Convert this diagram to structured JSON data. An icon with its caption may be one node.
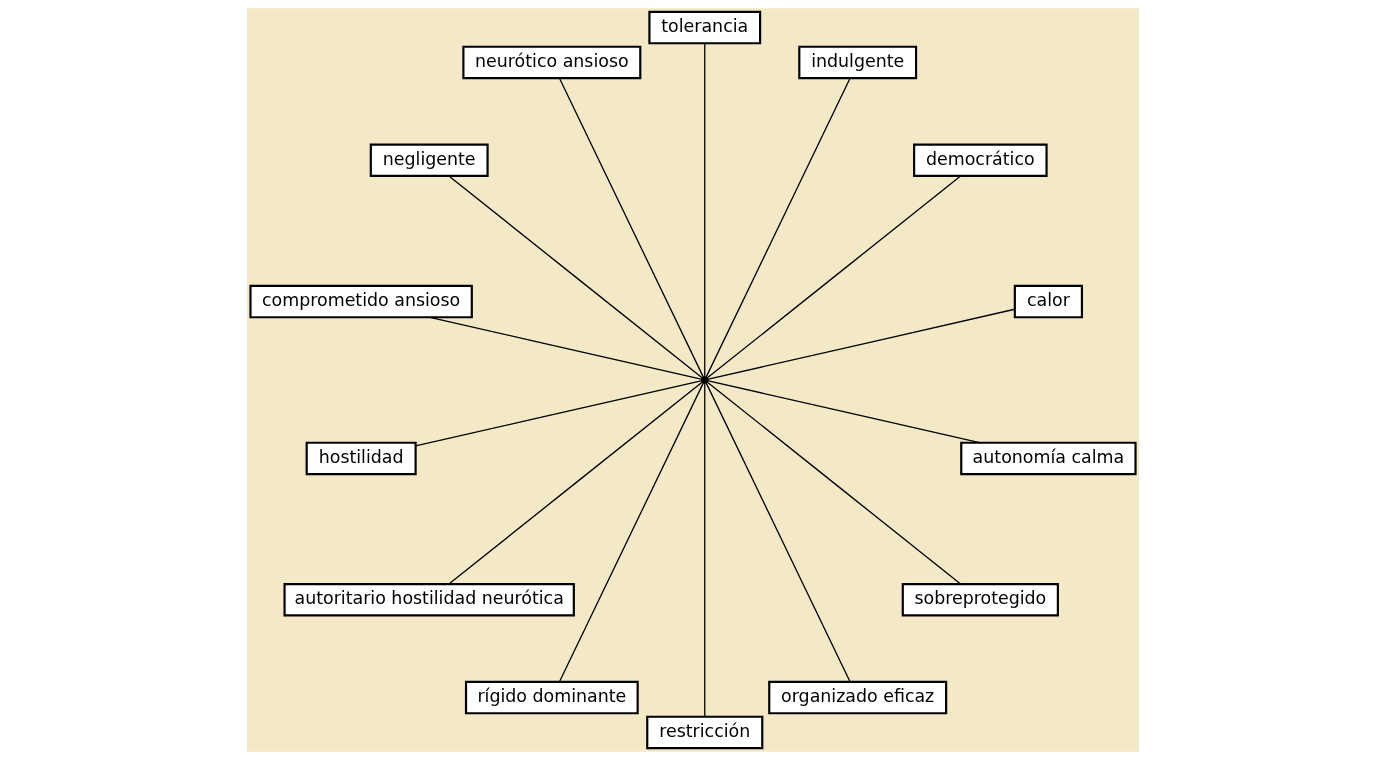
{
  "diagram": {
    "nodes": [
      {
        "text": [],
        "shape": "circle"
      },
      {
        "text": [
          "calor"
        ]
      },
      {
        "text": [
          "democrático"
        ]
      },
      {
        "text": [
          "indulgente"
        ]
      },
      {
        "text": [
          "tolerancia"
        ]
      },
      {
        "text": [
          "neurótico ansioso"
        ]
      },
      {
        "text": [
          "negligente"
        ]
      },
      {
        "text": [
          "comprometido ansioso"
        ]
      },
      {
        "text": [
          "hostilidad"
        ]
      },
      {
        "text": [
          "autoritario hostilidad neurótica"
        ]
      },
      {
        "text": [
          "rígido dominante"
        ]
      },
      {
        "text": [
          "restricción"
        ]
      },
      {
        "text": [
          "organizado eficaz"
        ]
      },
      {
        "text": [
          "sobreprotegido"
        ]
      },
      {
        "text": [
          "autonomía calma"
        ]
      }
    ],
    "edges": [
      {
        "from": 0,
        "to": 1,
        "arrow": "none"
      },
      {
        "from": 0,
        "to": 2,
        "arrow": "none"
      },
      {
        "from": 0,
        "to": 3,
        "arrow": "none"
      },
      {
        "from": 0,
        "to": 4,
        "arrow": "none"
      },
      {
        "from": 0,
        "to": 5,
        "arrow": "none"
      },
      {
        "from": 0,
        "to": 6,
        "arrow": "none"
      },
      {
        "from": 0,
        "to": 7,
        "arrow": "none"
      },
      {
        "from": 0,
        "to": 8,
        "arrow": "none"
      },
      {
        "from": 0,
        "to": 9,
        "arrow": "none"
      },
      {
        "from": 0,
        "to": 10,
        "arrow": "none"
      },
      {
        "from": 0,
        "to": 11,
        "arrow": "none"
      },
      {
        "from": 0,
        "to": 12,
        "arrow": "none"
      },
      {
        "from": 0,
        "to": 13,
        "arrow": "none"
      },
      {
        "from": 0,
        "to": 14,
        "arrow": "none"
      }
    ]
  }
}
